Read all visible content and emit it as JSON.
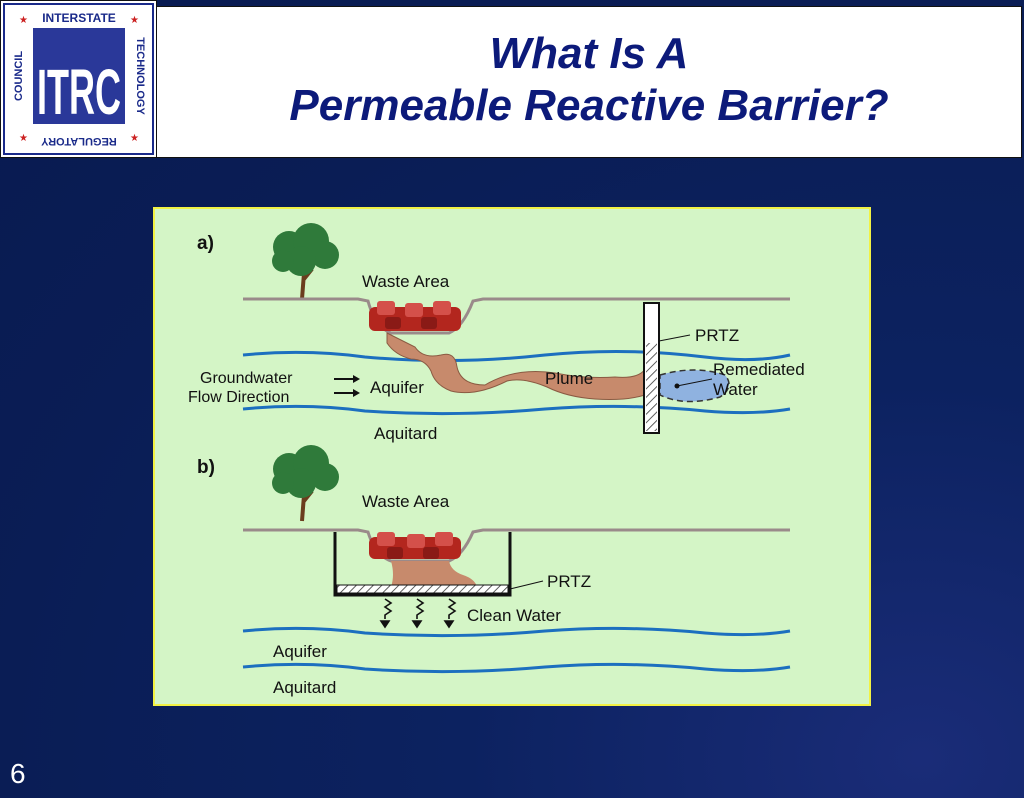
{
  "slide": {
    "title_line1": "What Is A",
    "title_line2": "Permeable Reactive Barrier?",
    "page_number": "6"
  },
  "logo": {
    "text_top": "INTERSTATE",
    "text_right": "TECHNOLOGY",
    "text_bottom": "REGULATORY",
    "text_left": "COUNCIL",
    "mark": "ITRC"
  },
  "diagram": {
    "panel_a": {
      "label": "a)",
      "waste_area": "Waste Area",
      "prtz": "PRTZ",
      "remediated_1": "Remediated",
      "remediated_2": "Water",
      "plume": "Plume",
      "gw_1": "Groundwater",
      "gw_2": "Flow Direction",
      "aquifer": "Aquifer",
      "aquitard": "Aquitard"
    },
    "panel_b": {
      "label": "b)",
      "waste_area": "Waste Area",
      "prtz": "PRTZ",
      "clean_water": "Clean Water",
      "aquifer": "Aquifer",
      "aquitard": "Aquitard"
    }
  },
  "colors": {
    "background": "#0a1f5a",
    "title": "#0c1a7a",
    "panel": "#d4f5c6",
    "panel_border": "#f2f244",
    "plume": "#c78a6c",
    "water_line": "#1c6fbf",
    "remediated_water": "#8fb2e0",
    "waste": "#b3261e",
    "tree": "#2f7a3a"
  }
}
